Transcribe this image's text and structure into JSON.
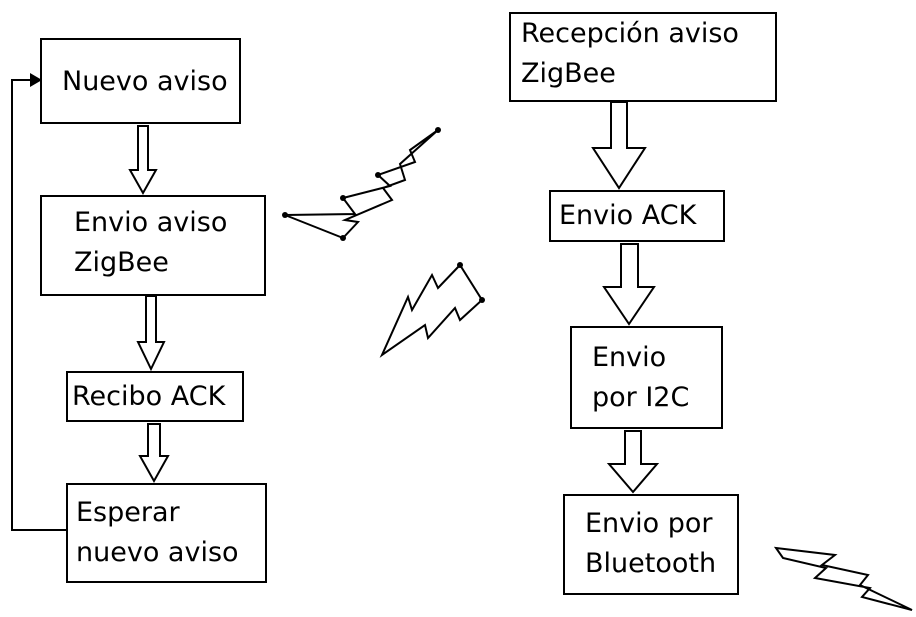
{
  "left_flow": {
    "nuevo_aviso": "Nuevo aviso",
    "envio_aviso_zigbee": "Envio aviso\nZigBee",
    "recibo_ack": "Recibo ACK",
    "esperar_nuevo_aviso": "Esperar\nnuevo aviso"
  },
  "right_flow": {
    "recepcion_aviso_zigbee": "Recepción aviso\nZigBee",
    "envio_ack": "Envio ACK",
    "envio_por_i2c": "Envio\npor I2C",
    "envio_por_bluetooth": "Envio por\nBluetooth"
  },
  "colors": {
    "stroke": "#000000",
    "background": "#ffffff"
  },
  "icons": [
    "lightning-bolt-icon"
  ]
}
